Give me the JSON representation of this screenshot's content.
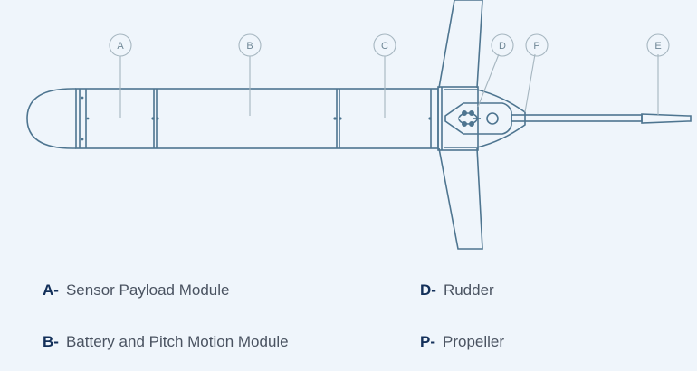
{
  "colors": {
    "background": "#eff5fb",
    "outline": "#4e7590",
    "callout": "#a6b6c0",
    "legend_key": "#13305a",
    "legend_text": "#4a5361"
  },
  "callouts": [
    {
      "letter": "A"
    },
    {
      "letter": "B"
    },
    {
      "letter": "C"
    },
    {
      "letter": "D"
    },
    {
      "letter": "P"
    },
    {
      "letter": "E"
    }
  ],
  "legend": [
    {
      "key": "A-",
      "label": "Sensor Payload Module"
    },
    {
      "key": "B-",
      "label": "Battery and Pitch Motion Module"
    },
    {
      "key": "D-",
      "label": "Rudder"
    },
    {
      "key": "P-",
      "label": "Propeller"
    }
  ]
}
